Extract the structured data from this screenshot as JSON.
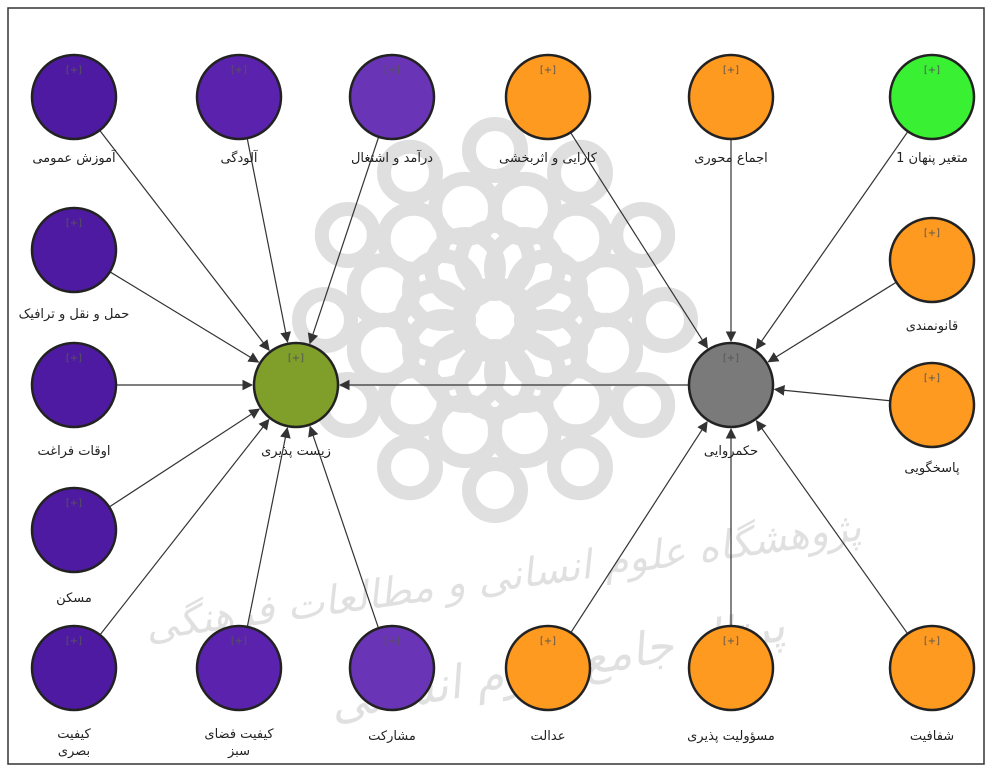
{
  "diagram": {
    "watermark": {
      "text_line1": "پژوهشگاه علوم انسانی و مطالعات فرهنگی",
      "text_line2": "پرتال جامع علوم انسانی"
    },
    "colors": {
      "purple": "#4f1aa2",
      "purple_light": "#6a34b6",
      "orange": "#ff9a21",
      "green": "#39f033",
      "olive": "#7f9f2a",
      "gray": "#7a7a7a",
      "stroke": "#222222",
      "arrow": "#333333"
    },
    "nodes": [
      {
        "id": "amuzesh",
        "label": "آموزش عمومی",
        "tag": "[+]",
        "color": "#4f1aa2",
        "kind": "indicator"
      },
      {
        "id": "aludegi",
        "label": "آلودگی",
        "tag": "[+]",
        "color": "#5a22ad",
        "kind": "indicator"
      },
      {
        "id": "daramad",
        "label": "درآمد و اشتغال",
        "tag": "[+]",
        "color": "#6a34b6",
        "kind": "indicator"
      },
      {
        "id": "haml",
        "label": "حمل و نقل و ترافیک",
        "tag": "[+]",
        "color": "#4f1aa2",
        "kind": "indicator"
      },
      {
        "id": "oghat",
        "label": "اوقات فراغت",
        "tag": "[+]",
        "color": "#4f1aa2",
        "kind": "indicator"
      },
      {
        "id": "maskan",
        "label": "مسکن",
        "tag": "[+]",
        "color": "#4f1aa2",
        "kind": "indicator"
      },
      {
        "id": "keyfiyat_basari",
        "label": "کیفیت\nبصری",
        "tag": "[+]",
        "color": "#4f1aa2",
        "kind": "indicator"
      },
      {
        "id": "keyfiyat_sabz",
        "label": "کیفیت فضای\nسبز",
        "tag": "[+]",
        "color": "#5a22ad",
        "kind": "indicator"
      },
      {
        "id": "mosharekat",
        "label": "مشارکت",
        "tag": "[+]",
        "color": "#6a34b6",
        "kind": "indicator"
      },
      {
        "id": "zistpaziri",
        "label": "زیست پذیری",
        "tag": "[+]",
        "color": "#7f9f2a",
        "kind": "construct"
      },
      {
        "id": "hokmravai",
        "label": "حکمروایی",
        "tag": "[+]",
        "color": "#7a7a7a",
        "kind": "construct"
      },
      {
        "id": "karaei",
        "label": "کارایی و اثربخشی",
        "tag": "[+]",
        "color": "#ff9a21",
        "kind": "indicator"
      },
      {
        "id": "ejma",
        "label": "اجماع محوری",
        "tag": "[+]",
        "color": "#ff9a21",
        "kind": "indicator"
      },
      {
        "id": "motaghayer",
        "label": "متغیر پنهان 1",
        "tag": "[+]",
        "color": "#39f033",
        "kind": "indicator"
      },
      {
        "id": "ghanoon",
        "label": "قانونمندی",
        "tag": "[+]",
        "color": "#ff9a21",
        "kind": "indicator"
      },
      {
        "id": "pasokh",
        "label": "پاسخگویی",
        "tag": "[+]",
        "color": "#ff9a21",
        "kind": "indicator"
      },
      {
        "id": "edalat",
        "label": "عدالت",
        "tag": "[+]",
        "color": "#ff9a21",
        "kind": "indicator"
      },
      {
        "id": "masooliat",
        "label": "مسؤولیت پذیری",
        "tag": "[+]",
        "color": "#ff9a21",
        "kind": "indicator"
      },
      {
        "id": "shafafiat",
        "label": "شفافیت",
        "tag": "[+]",
        "color": "#ff9a21",
        "kind": "indicator"
      }
    ],
    "edges": [
      {
        "from": "amuzesh",
        "to": "zistpaziri"
      },
      {
        "from": "aludegi",
        "to": "zistpaziri"
      },
      {
        "from": "daramad",
        "to": "zistpaziri"
      },
      {
        "from": "haml",
        "to": "zistpaziri"
      },
      {
        "from": "oghat",
        "to": "zistpaziri"
      },
      {
        "from": "maskan",
        "to": "zistpaziri"
      },
      {
        "from": "keyfiyat_basari",
        "to": "zistpaziri"
      },
      {
        "from": "keyfiyat_sabz",
        "to": "zistpaziri"
      },
      {
        "from": "mosharekat",
        "to": "zistpaziri"
      },
      {
        "from": "hokmravai",
        "to": "zistpaziri"
      },
      {
        "from": "karaei",
        "to": "hokmravai"
      },
      {
        "from": "ejma",
        "to": "hokmravai"
      },
      {
        "from": "motaghayer",
        "to": "hokmravai"
      },
      {
        "from": "ghanoon",
        "to": "hokmravai"
      },
      {
        "from": "pasokh",
        "to": "hokmravai"
      },
      {
        "from": "edalat",
        "to": "hokmravai"
      },
      {
        "from": "masooliat",
        "to": "hokmravai"
      },
      {
        "from": "shafafiat",
        "to": "hokmravai"
      }
    ]
  }
}
